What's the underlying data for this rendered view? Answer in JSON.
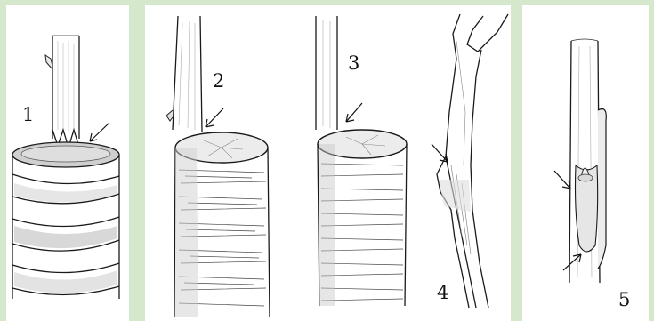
{
  "figure": {
    "labels": [
      "1",
      "2",
      "3",
      "4",
      "5"
    ]
  },
  "icons": {
    "arrow": "arrow-icon"
  }
}
